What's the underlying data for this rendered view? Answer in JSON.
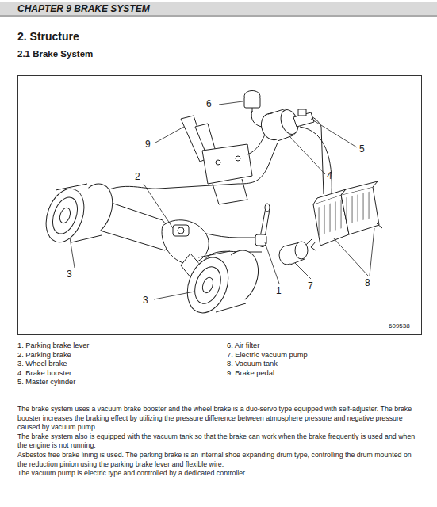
{
  "diagram": {
    "title": "CHAPTER 9 BRAKE SYSTEM",
    "labels": [
      "2. Structure",
      "2.1 Brake System",
      "6",
      "9",
      "5",
      "2",
      "4",
      "3",
      "3",
      "1",
      "7",
      "8",
      "609538",
      "1. Parking brake lever",
      "2. Parking brake",
      "3. Wheel brake",
      "4. Brake booster",
      "5. Master cylinder",
      "6. Air filter",
      "7. Electric vacuum pump",
      "8. Vacuum tank",
      "9. Brake pedal",
      "The brake system uses a vacuum brake booster and the wheel brake is a duo-servo type equipped with self-adjuster. The brake booster increases the braking effect by utilizing the pressure difference between atmosphere pressure and negative pressure caused by vacuum pump.",
      "The brake system also is equipped with the vacuum tank so that the brake can work when the brake frequently is used and when the engine is not running.",
      "Asbestos free brake lining is used. The parking brake is an internal shoe expanding drum type, controlling the drum mounted on the reduction pinion using the parking brake lever and flexible wire.",
      "The vacuum pump is electric type and controlled by a dedicated controller."
    ]
  }
}
